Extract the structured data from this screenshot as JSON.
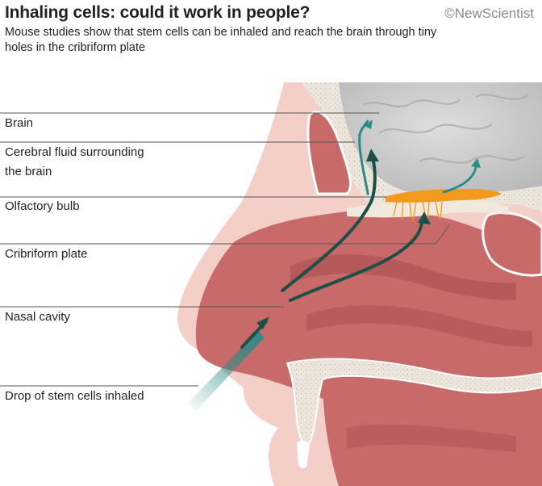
{
  "header": {
    "title": "Inhaling cells: could it work in people?",
    "brand": "©NewScientist",
    "subtitle": "Mouse studies show that stem cells can be inhaled and reach the brain through tiny holes in the cribriform plate"
  },
  "labels": {
    "brain": "Brain",
    "csf_line1": "Cerebral fluid surrounding",
    "csf_line2": "the brain",
    "olfactory_bulb": "Olfactory bulb",
    "cribriform_plate": "Cribriform plate",
    "nasal_cavity": "Nasal cavity",
    "drop": "Drop of stem cells inhaled"
  },
  "colors": {
    "skin": "#f3cfc8",
    "tissue": "#c96a6a",
    "tissue_dark": "#a94f52",
    "bone": "#e9e2d7",
    "brain": "#cfcfcf",
    "olfactory": "#f39a1e",
    "arrow": "#1d4f46",
    "arrow_teal": "#2a8a88"
  }
}
